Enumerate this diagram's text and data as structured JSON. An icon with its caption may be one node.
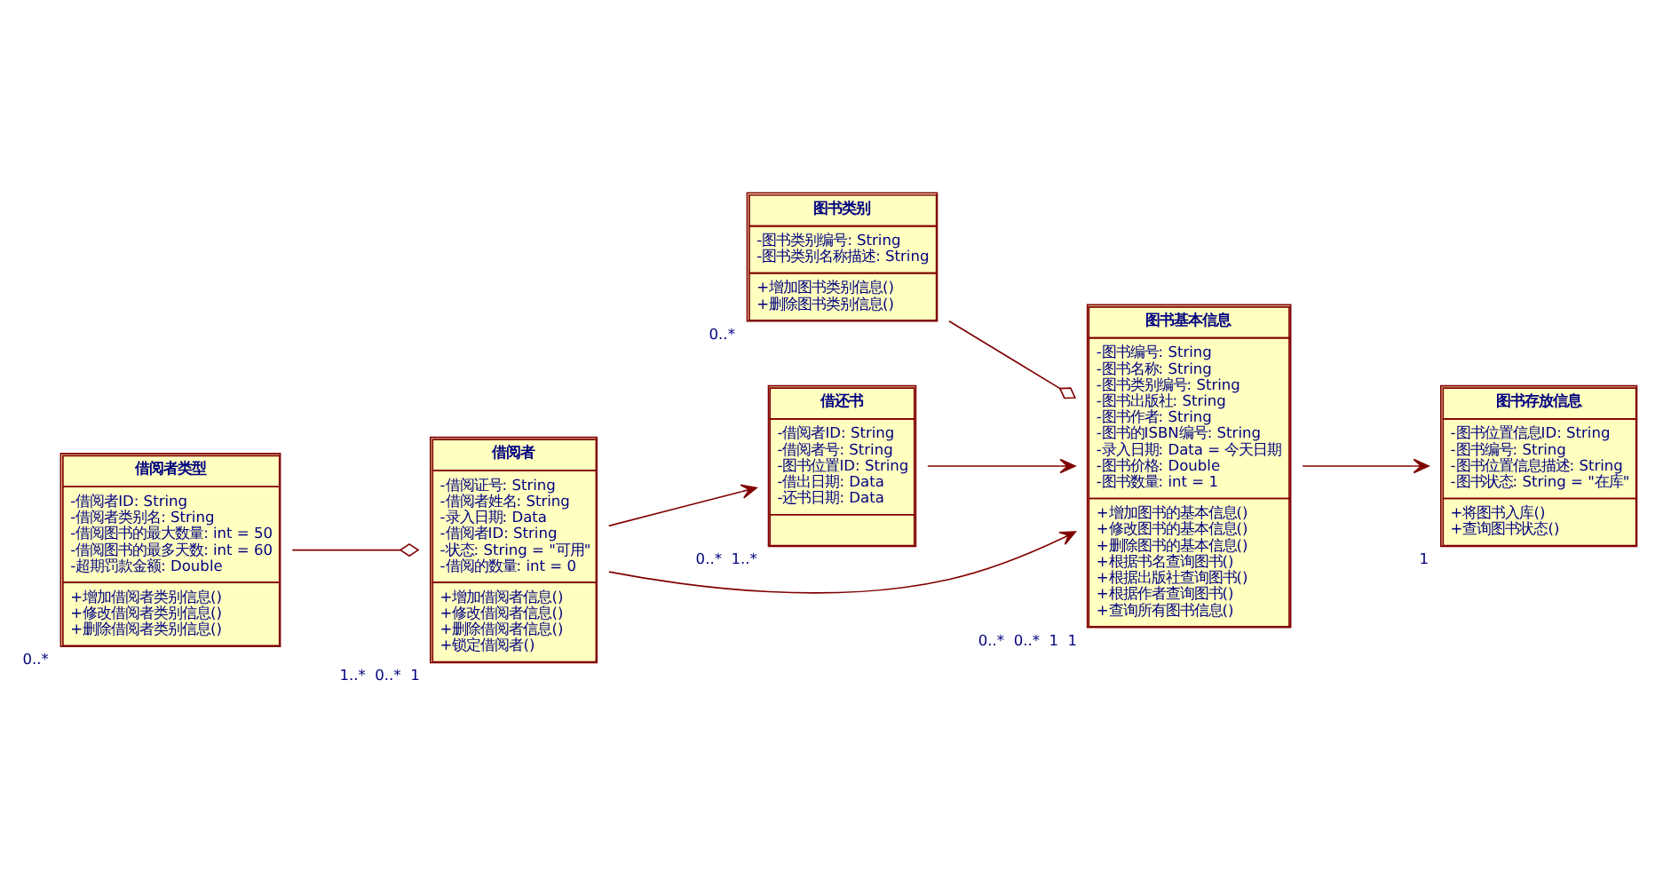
{
  "diagram": {
    "nodes": [
      {
        "text": [
          "借阅者",
          "-借阅证号: String",
          "-借阅者姓名: String",
          "-录入日期: Data",
          "-借阅者ID: String",
          "-状态: String = \"可用\"",
          "-借阅的数量: int = 0",
          "+增加借阅者信息()",
          "+修改借阅者信息()",
          "+删除借阅者信息()",
          "+锁定借阅者()"
        ],
        "beside": [
          "1..*",
          "0..*",
          "1"
        ]
      },
      {
        "text": [
          "借还书",
          "-借阅者ID: String",
          "-借阅者号: String",
          "-图书位置ID: String",
          "-借出日期: Data",
          "-还书日期: Data"
        ],
        "beside": [
          "0..*",
          "1..*"
        ]
      },
      {
        "text": [
          "图书基本信息",
          "-图书编号: String",
          "-图书名称: String",
          "-图书类别编号: String",
          "-图书出版社: String",
          "-图书作者: String",
          "-图书的ISBN编号: String",
          "-录入日期: Data = 今天日期",
          "-图书价格: Double",
          "-图书数量: int = 1",
          "+增加图书的基本信息()",
          "+修改图书的基本信息()",
          "+删除图书的基本信息()",
          "+根据书名查询图书()",
          "+根据出版社查询图书()",
          "+根据作者查询图书()",
          "+查询所有图书信息()"
        ],
        "beside": [
          "0..*",
          "0..*",
          "1",
          "1"
        ]
      },
      {
        "text": [
          "借阅者类型",
          "-借阅者ID: String",
          "-借阅者类别名: String",
          "-借阅图书的最大数量: int = 50",
          "-借阅图书的最多天数: int = 60",
          "-超期罚款金额: Double",
          "+增加借阅者类别信息()",
          "+修改借阅者类别信息()",
          "+删除借阅者类别信息()"
        ],
        "beside": [
          "0..*"
        ]
      },
      {
        "text": [
          "图书存放信息",
          "-图书位置信息ID: String",
          "-图书编号: String",
          "-图书位置信息描述: String",
          "-图书状态: String = \"在库\"",
          "+将图书入库()",
          "+查询图书状态()"
        ],
        "beside": [
          "1"
        ]
      },
      {
        "text": [
          "图书类别",
          "-图书类别编号: String",
          "-图书类别名称描述: String",
          "+增加图书类别信息()",
          "+删除图书类别信息()"
        ],
        "beside": [
          "0..*"
        ]
      }
    ],
    "edges": [
      {
        "from": 0,
        "to": 1,
        "arrow": "to"
      },
      {
        "from": 0,
        "to": 2,
        "arrow": "to"
      },
      {
        "from": 1,
        "to": 2,
        "arrow": "to"
      },
      {
        "from": 3,
        "to": 0,
        "arrow": "other"
      },
      {
        "from": 2,
        "to": 4,
        "arrow": "to"
      },
      {
        "from": 5,
        "to": 2,
        "arrow": "other"
      }
    ]
  }
}
